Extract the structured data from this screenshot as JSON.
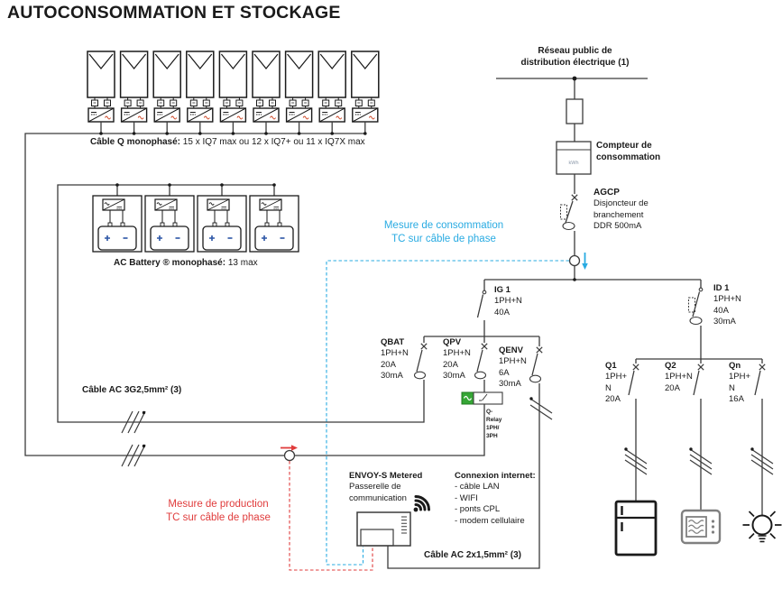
{
  "title": "AUTOCONSOMMATION ET STOCKAGE",
  "colors": {
    "wire": "#3b3b3b",
    "accent_cyan": "#29abe2",
    "accent_red": "#e03c3c",
    "relay_green": "#35a635"
  },
  "pv_array": {
    "panel_count": 9,
    "cable_label_bold": "Câble Q monophasé:",
    "cable_label_rest": "  15 x IQ7 max ou 12 x IQ7+ ou 11 x IQ7X max"
  },
  "battery_bank": {
    "battery_count": 4,
    "label_bold": "AC Battery ® monophasé:",
    "label_rest": "  13 max"
  },
  "grid": {
    "line1": "Réseau public de",
    "line2": "distribution électrique (1)"
  },
  "meter": {
    "line1": "Compteur de",
    "line2": "consommation",
    "display": "kWh"
  },
  "agcp": {
    "name": "AGCP",
    "specs": [
      "Disjoncteur de",
      "branchement",
      "DDR 500mA"
    ]
  },
  "consumption_ct": {
    "line1": "Mesure de consommation",
    "line2": "TC sur câble de phase"
  },
  "production_ct": {
    "line1": "Mesure de production",
    "line2": "TC sur câble de phase"
  },
  "breakers": {
    "ig1": {
      "name": "IG 1",
      "specs": [
        "1PH+N",
        "40A"
      ]
    },
    "id1": {
      "name": "ID 1",
      "specs": [
        "1PH+N",
        "40A",
        "30mA"
      ]
    },
    "qbat": {
      "name": "QBAT",
      "specs": [
        "1PH+N",
        "20A",
        "30mA"
      ]
    },
    "qpv": {
      "name": "QPV",
      "specs": [
        "1PH+N",
        "20A",
        "30mA"
      ]
    },
    "qenv": {
      "name": "QENV",
      "specs": [
        "1PH+N",
        "6A",
        "30mA"
      ]
    },
    "q1": {
      "name": "Q1",
      "specs": [
        "1PH+",
        "N",
        "20A"
      ]
    },
    "q2": {
      "name": "Q2",
      "specs": [
        "1PH+N",
        "20A"
      ]
    },
    "qn": {
      "name": "Qn",
      "specs": [
        "1PH+",
        "N",
        "16A"
      ]
    }
  },
  "q_relay": {
    "lines": [
      "Q-",
      "Relay",
      "1PH/",
      "3PH"
    ]
  },
  "cables": {
    "ac_main": "Câble AC 3G2,5mm²  (3)",
    "ac_envoy": "Câble AC 2x1,5mm²  (3)"
  },
  "envoy": {
    "name": "ENVOY-S Metered",
    "specs": [
      "Passerelle de",
      "communication"
    ]
  },
  "internet": {
    "title": "Connexion internet:",
    "items": [
      "- câble LAN",
      "- WIFI",
      "- ponts CPL",
      "- modem cellulaire"
    ]
  },
  "icons": {
    "wifi": "wifi-icon",
    "refrigerator": "refrigerator-icon",
    "microwave": "microwave-icon",
    "light_bulb": "light-bulb-icon",
    "pv_panel": "solar-panel-icon",
    "microinverter": "microinverter-icon",
    "ac_battery": "ac-battery-icon",
    "current_transformer": "ct-clamp-icon"
  }
}
